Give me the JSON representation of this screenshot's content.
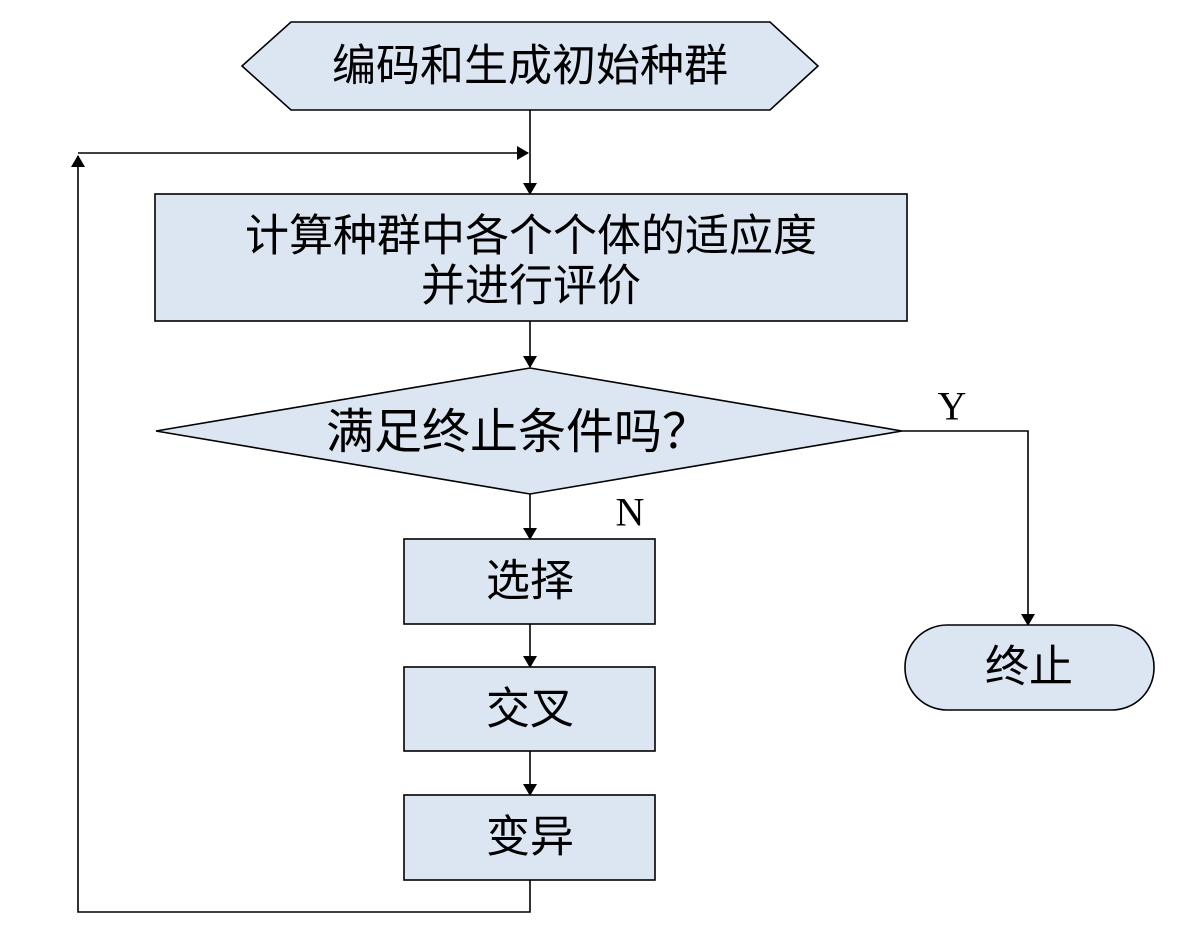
{
  "nodes": {
    "init": {
      "shape": "hexagon",
      "label": "编码和生成初始种群"
    },
    "evaluate": {
      "shape": "process",
      "lines": [
        "计算种群中各个个体的适应度",
        "并进行评价"
      ]
    },
    "decision": {
      "shape": "decision",
      "label": "满足终止条件吗？"
    },
    "select": {
      "shape": "process",
      "label": "选择"
    },
    "crossover": {
      "shape": "process",
      "label": "交叉"
    },
    "mutate": {
      "shape": "process",
      "label": "变异"
    },
    "terminate": {
      "shape": "terminator",
      "label": "终止"
    }
  },
  "edges": [
    {
      "from": "init",
      "to": "evaluate"
    },
    {
      "from": "evaluate",
      "to": "decision"
    },
    {
      "from": "decision",
      "to": "select",
      "label": "N"
    },
    {
      "from": "decision",
      "to": "terminate",
      "label": "Y"
    },
    {
      "from": "select",
      "to": "crossover"
    },
    {
      "from": "crossover",
      "to": "mutate"
    },
    {
      "from": "mutate",
      "to": "evaluate",
      "note": "loop back"
    }
  ],
  "edge_labels": {
    "yes": "Y",
    "no": "N"
  },
  "colors": {
    "node_fill": "#dce6f2",
    "stroke": "#000000"
  }
}
